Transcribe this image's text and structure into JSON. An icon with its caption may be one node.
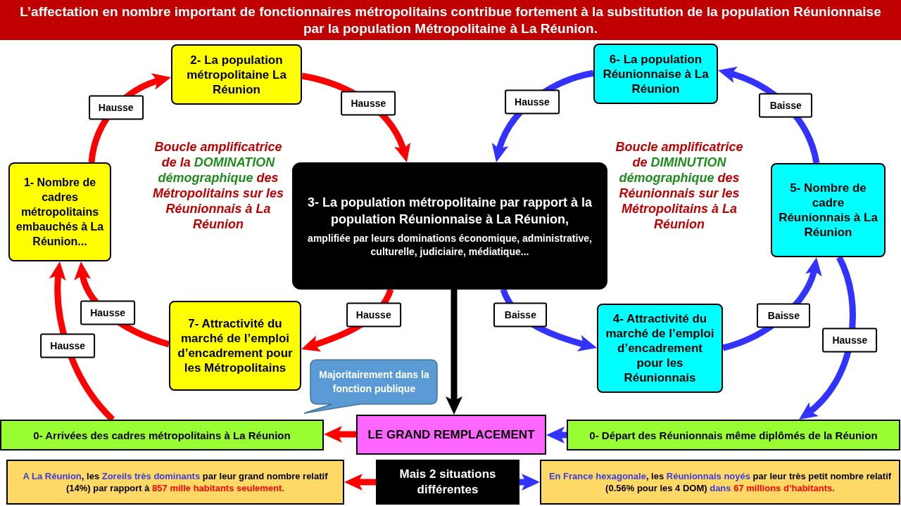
{
  "diagram": {
    "title": "L’affectation en nombre important de fonctionnaires métropolitains contribue fortement à la substitution de la population Réunionnaise par la population Métropolitaine à La Réunion.",
    "nodes": [
      {
        "text": [
          "1- Nombre de cadres métropolitains embauchés à La Réunion..."
        ]
      },
      {
        "text": [
          "2- La population métropolitaine La Réunion"
        ]
      },
      {
        "text": [
          "6- La population Réunionnaise à La Réunion"
        ]
      },
      {
        "text": [
          "3- La population métropolitaine par rapport à la population Réunionnaise à La Réunion,",
          "amplifiée par leurs dominations économique, administrative, culturelle, judiciaire, médiatique..."
        ]
      },
      {
        "text": [
          "5- Nombre de cadre Réunionnais à La Réunion"
        ]
      },
      {
        "text": [
          "7- Attractivité du marché de l’emploi d’encadrement pour les Métropolitains"
        ]
      },
      {
        "text": [
          "4- Attractivité du marché de l’emploi d’encadrement pour les Réunionnais"
        ]
      },
      {
        "text": [
          "Majoritairement dans la fonction publique"
        ]
      },
      {
        "text": [
          "0- Arrivées des cadres métropolitains à La Réunion"
        ]
      },
      {
        "text": [
          "LE GRAND REMPLACEMENT"
        ]
      },
      {
        "text": [
          "0- Départ des Réunionnais même diplômés de la Réunion"
        ]
      },
      {
        "text": [
          "**A La Réunion**, les **Zoreils très dominants** par leur grand nombre relatif (14%) par rapport à *857 mille habitants seulement.*"
        ]
      },
      {
        "text": [
          "Mais 2 situations différentes"
        ]
      },
      {
        "text": [
          "**En France hexagonale**, les **Réunionnais noyés** par leur très petit nombre relatif (0.56% pour les 4 DOM) **dans** *67 millions d’habitants.*"
        ]
      }
    ],
    "edges": [
      {
        "from": 0,
        "to": 1,
        "arrow": "to",
        "label": "Hausse"
      },
      {
        "from": 1,
        "to": 3,
        "arrow": "to",
        "label": "Hausse"
      },
      {
        "from": 3,
        "to": 5,
        "arrow": "to",
        "label": "Hausse"
      },
      {
        "from": 5,
        "to": 0,
        "arrow": "to",
        "label": "Hausse"
      },
      {
        "from": 8,
        "to": 0,
        "arrow": "to",
        "label": "Hausse"
      },
      {
        "from": 2,
        "to": 3,
        "arrow": "to",
        "label": "Hausse",
        "color": "#3333ff"
      },
      {
        "from": 3,
        "to": 6,
        "arrow": "to",
        "label": "Baisse",
        "color": "#3333ff"
      },
      {
        "from": 6,
        "to": 4,
        "arrow": "to",
        "label": "Baisse",
        "color": "#3333ff"
      },
      {
        "from": 4,
        "to": 2,
        "arrow": "to",
        "label": "Baisse",
        "color": "#3333ff"
      },
      {
        "from": 4,
        "to": 10,
        "arrow": "to",
        "label": "Hausse",
        "color": "#3333ff"
      },
      {
        "from": 3,
        "to": 9,
        "arrow": "to",
        "color": "#000000"
      },
      {
        "from": 9,
        "to": 8,
        "arrow": "to"
      },
      {
        "from": 10,
        "to": 9,
        "arrow": "to",
        "color": "#3333ff"
      },
      {
        "from": 12,
        "to": 11,
        "arrow": "to"
      },
      {
        "from": 12,
        "to": 13,
        "arrow": "to",
        "color": "#3333ff"
      }
    ],
    "labels": [
      "Boucle amplificatrice de la **DOMINATION démographique** des Métropolitains sur les Réunionnais à La Réunion",
      "Boucle amplificatrice de **DIMINUTION démographique** des Réunionnais sur les Métropolitains à La Réunion"
    ]
  }
}
